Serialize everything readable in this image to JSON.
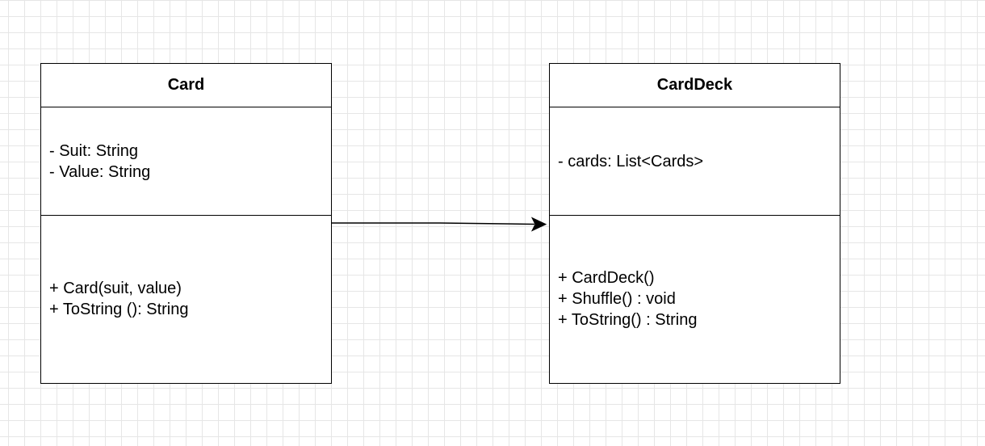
{
  "classes": [
    {
      "name": "Card",
      "attributes": [
        "- Suit: String",
        "- Value: String"
      ],
      "operations": [
        "+ Card(suit, value)",
        "+ ToString (): String"
      ]
    },
    {
      "name": "CardDeck",
      "attributes": [
        "- cards: List<Cards>"
      ],
      "operations": [
        "+ CardDeck()",
        "+ Shuffle() : void",
        "+ ToString() : String"
      ]
    }
  ],
  "relationships": [
    {
      "from": "Card",
      "to": "CardDeck",
      "type": "directed-association"
    }
  ],
  "colors": {
    "stroke": "#000000",
    "fill": "#ffffff",
    "grid": "#e6e6e6"
  }
}
